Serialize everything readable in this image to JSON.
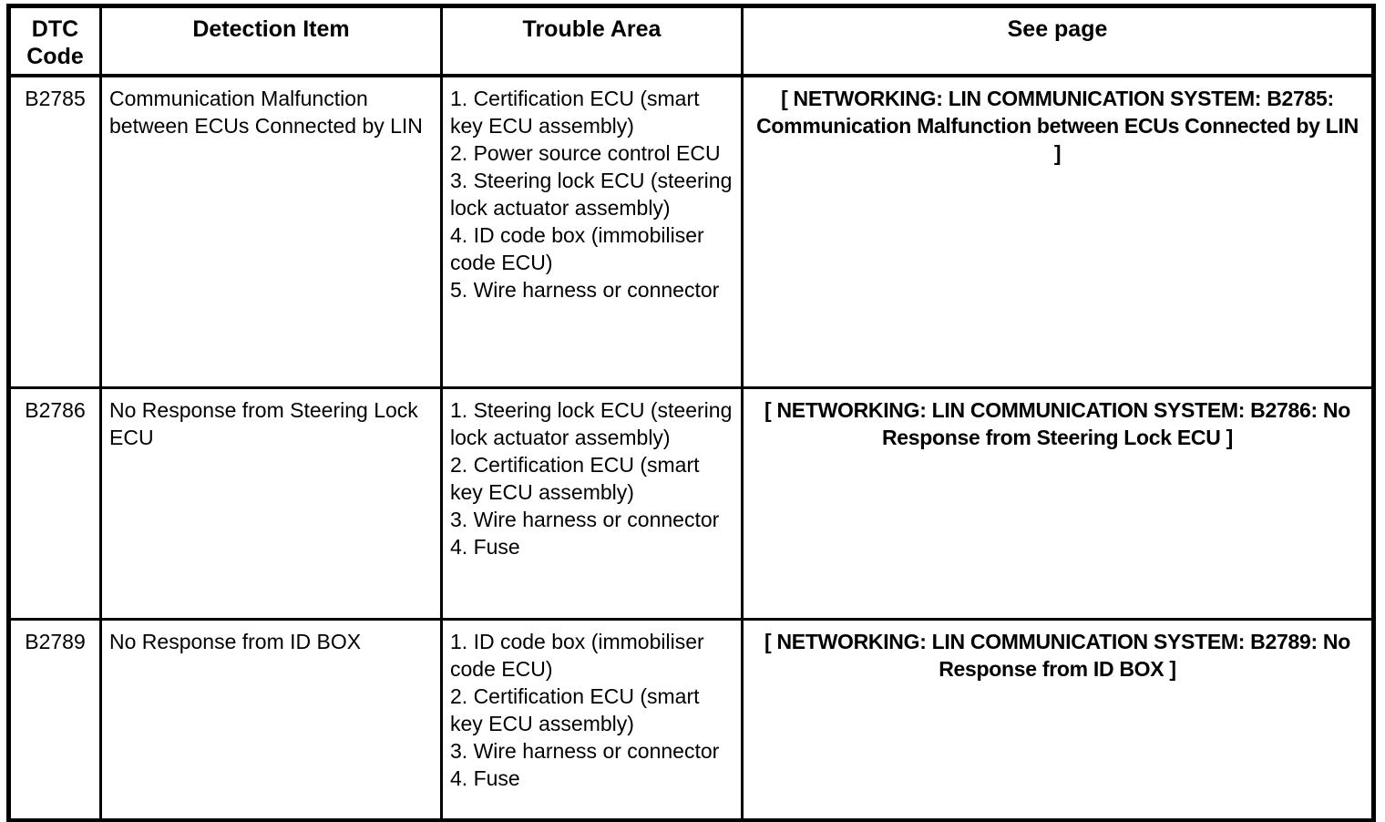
{
  "colors": {
    "text": "#000000",
    "background": "#ffffff",
    "border": "#000000"
  },
  "table": {
    "columns": [
      {
        "label": "DTC Code"
      },
      {
        "label": "Detection Item"
      },
      {
        "label": "Trouble Area"
      },
      {
        "label": "See page"
      }
    ],
    "rows": [
      {
        "dtc_code": "B2785",
        "detection_item": "Communication Malfunction between ECUs Connected by LIN",
        "trouble_area": "1. Certification ECU (smart key ECU assembly)\n2. Power source control ECU\n3. Steering lock ECU (steering lock actuator assembly)\n4. ID code box (immobiliser code ECU)\n5. Wire harness or connector",
        "see_page": "[ NETWORKING: LIN COMMUNICATION SYSTEM: B2785: Communication Malfunction between ECUs Connected by LIN ]"
      },
      {
        "dtc_code": "B2786",
        "detection_item": "No Response from Steering Lock ECU",
        "trouble_area": "1. Steering lock ECU (steering lock actuator assembly)\n2. Certification ECU (smart key ECU assembly)\n3. Wire harness or connector\n4. Fuse",
        "see_page": "[ NETWORKING: LIN COMMUNICATION SYSTEM: B2786: No Response from Steering Lock ECU ]"
      },
      {
        "dtc_code": "B2789",
        "detection_item": "No Response from ID BOX",
        "trouble_area": "1. ID code box (immobiliser code ECU)\n2. Certification ECU (smart key ECU assembly)\n3. Wire harness or connector\n4. Fuse",
        "see_page": "[ NETWORKING: LIN COMMUNICATION SYSTEM: B2789: No Response from ID BOX ]"
      }
    ]
  }
}
